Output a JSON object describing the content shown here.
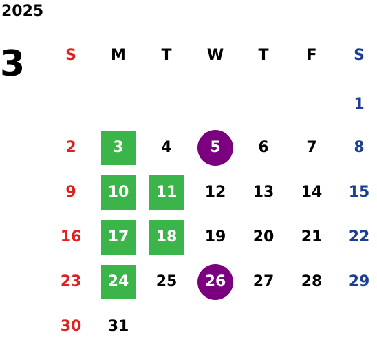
{
  "year": "2025",
  "month": "3",
  "weekdays": [
    "S",
    "M",
    "T",
    "W",
    "T",
    "F",
    "S"
  ],
  "colors": {
    "sunday": "#e02020",
    "saturday": "#1c3f94",
    "weekday": "#000000",
    "green_highlight": "#3bb54a",
    "purple_highlight": "#7a0080"
  },
  "weeks": [
    [
      "",
      "",
      "",
      "",
      "",
      "",
      "1"
    ],
    [
      "2",
      "3",
      "4",
      "5",
      "6",
      "7",
      "8"
    ],
    [
      "9",
      "10",
      "11",
      "12",
      "13",
      "14",
      "15"
    ],
    [
      "16",
      "17",
      "18",
      "19",
      "20",
      "21",
      "22"
    ],
    [
      "23",
      "24",
      "25",
      "26",
      "27",
      "28",
      "29"
    ],
    [
      "30",
      "31",
      "",
      "",
      "",
      "",
      ""
    ]
  ],
  "highlights": {
    "green": [
      "3",
      "10",
      "11",
      "17",
      "18",
      "24"
    ],
    "purple": [
      "5",
      "26"
    ]
  }
}
